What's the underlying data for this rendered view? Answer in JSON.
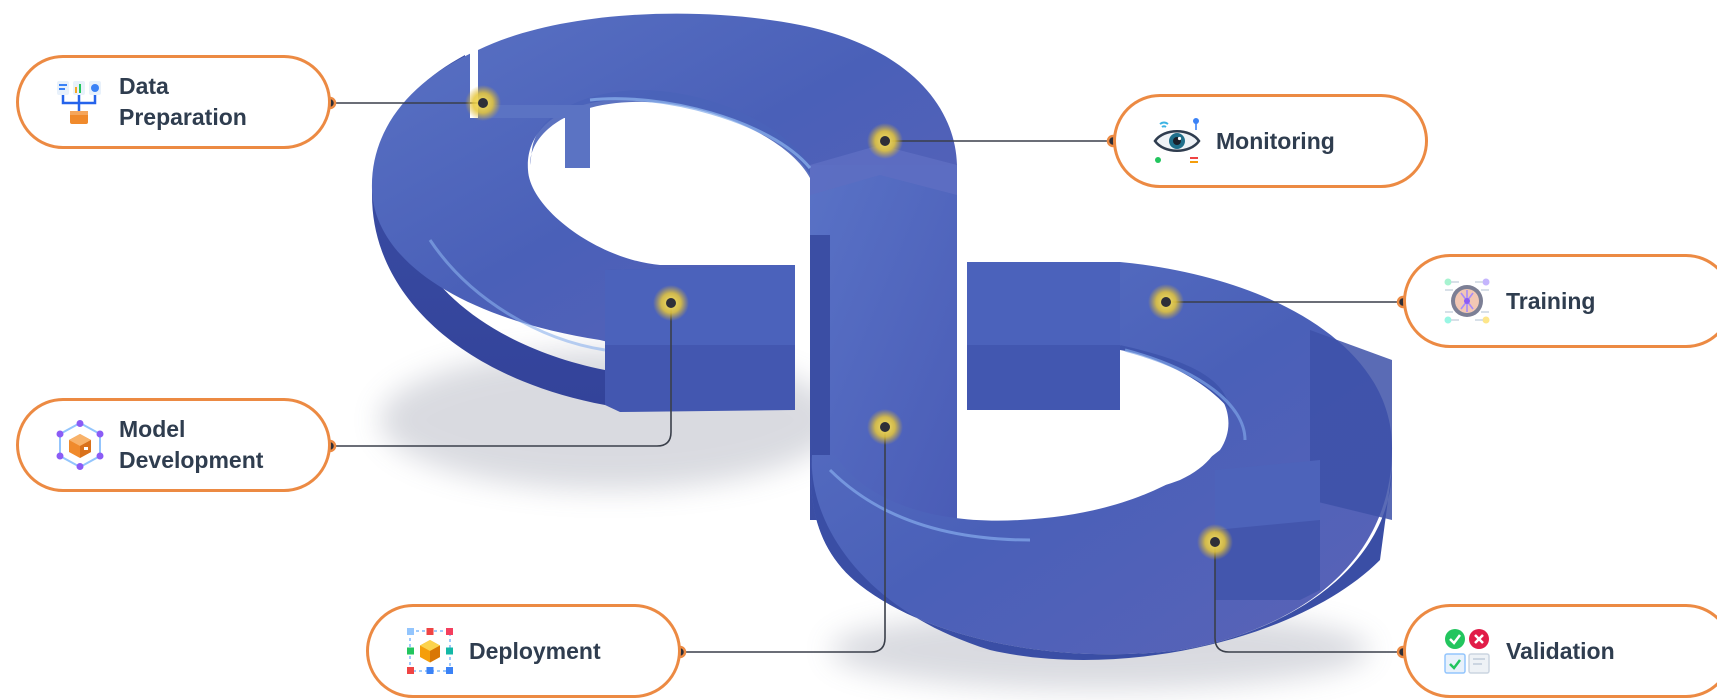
{
  "colors": {
    "loop": "#4b5fb8",
    "loop_highlight": "#6f8fd6",
    "pill_border": "#ec8a43",
    "label_text": "#2f3d4f",
    "connector": "#3a3f4a",
    "joint_glow": "#f0d23a"
  },
  "stages": [
    {
      "label": "Data\nPreparation",
      "icon": "data-pipeline-icon"
    },
    {
      "label": "Monitoring",
      "icon": "eye-icon"
    },
    {
      "label": "Training",
      "icon": "brain-network-icon"
    },
    {
      "label": "Model\nDevelopment",
      "icon": "cube-network-icon"
    },
    {
      "label": "Deployment",
      "icon": "box-grid-icon"
    },
    {
      "label": "Validation",
      "icon": "checklist-icon"
    }
  ]
}
